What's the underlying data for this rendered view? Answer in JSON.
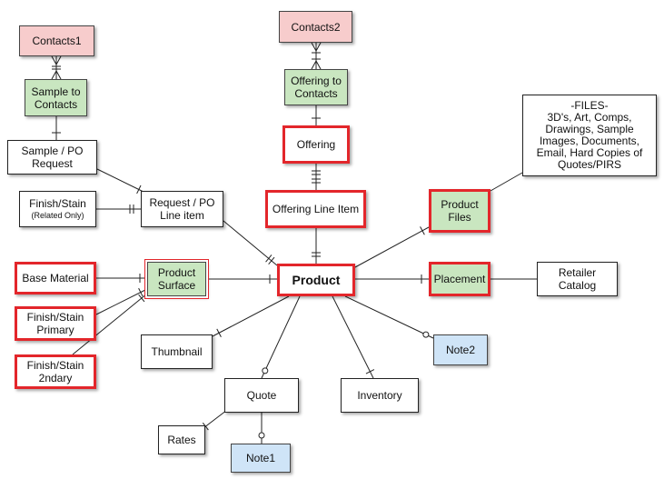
{
  "nodes": {
    "contacts1": "Contacts1",
    "sample_to_contacts": "Sample to\nContacts",
    "sample_po_request": "Sample / PO\nRequest",
    "finish_stain_related": "Finish/Stain",
    "finish_stain_related_note": "(Related Only)",
    "request_po_line_item": "Request / PO\nLine item",
    "base_material": "Base Material",
    "finish_stain_primary": "Finish/Stain\nPrimary",
    "finish_stain_2ndary": "Finish/Stain\n2ndary",
    "product_surface": "Product\nSurface",
    "contacts2": "Contacts2",
    "offering_to_contacts": "Offering to\nContacts",
    "offering": "Offering",
    "offering_line_item": "Offering Line Item",
    "product": "Product",
    "files": "-FILES-\n3D's, Art, Comps,\nDrawings, Sample\nImages, Documents,\nEmail, Hard Copies of\nQuotes/PIRS",
    "product_files": "Product\nFiles",
    "placement": "Placement",
    "retailer_catalog": "Retailer\nCatalog",
    "thumbnail": "Thumbnail",
    "quote": "Quote",
    "rates": "Rates",
    "note1": "Note1",
    "inventory": "Inventory",
    "note2": "Note2"
  },
  "colors": {
    "highlight_border": "#e3262b",
    "entity_pink": "#f7cccc",
    "entity_green": "#c9e6c0",
    "entity_blue": "#cfe4f7",
    "line": "#222222"
  }
}
